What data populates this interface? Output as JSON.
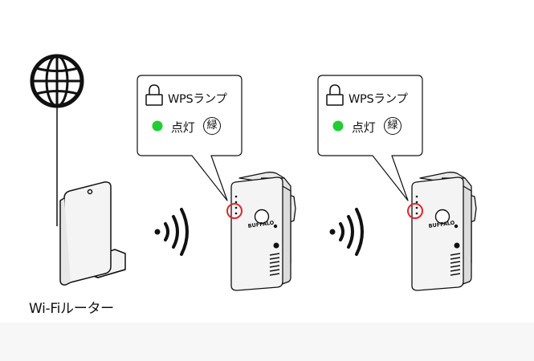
{
  "router": {
    "label": "Wi-Fiルーター"
  },
  "extenders": [
    {
      "lamp_label": "WPSランプ",
      "status_text": "点灯",
      "color_badge": "緑",
      "lamp_color": "#22cc33",
      "brand": "BUFFALO"
    },
    {
      "lamp_label": "WPSランプ",
      "status_text": "点灯",
      "color_badge": "緑",
      "lamp_color": "#22cc33",
      "brand": "BUFFALO"
    }
  ],
  "colors": {
    "line": "#111111",
    "highlight": "#e0262d",
    "device_fill": "#f2f2f2",
    "lamp_on": "#22cc33"
  },
  "icons": [
    "globe-icon",
    "lock-icon",
    "wifi-signal-icon",
    "wifi-router-icon",
    "wifi-extender-icon"
  ]
}
